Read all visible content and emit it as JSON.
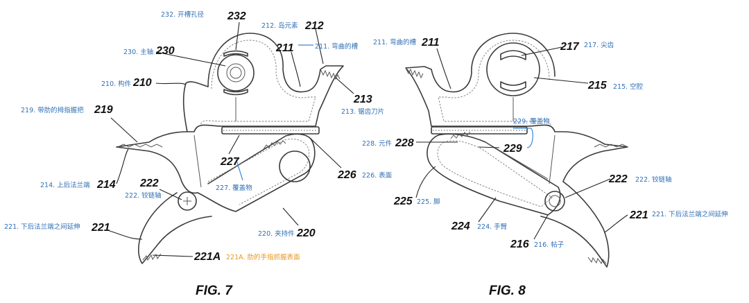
{
  "fig7": {
    "title": "FIG. 7",
    "labels": {
      "r232": "232",
      "c232": "232. 开槽孔径",
      "r212": "212",
      "c212": "212. 岛元素",
      "r230": "230",
      "c230": "230. 主轴",
      "r211": "211",
      "c211": "211. 弯曲的槽",
      "r210": "210",
      "c210": "210. 构件",
      "r219": "219",
      "c219": "219. 带肋的拇指握把",
      "r213": "213",
      "c213": "213. 锯齿刀片",
      "r227": "227",
      "c227": "227. 覆盖物",
      "r226": "226",
      "c226": "226. 表面",
      "r214": "214",
      "c214": "214. 上后法兰端",
      "r222": "222",
      "c222": "222. 铰链轴",
      "r220": "220",
      "c220": "220. 夹持件",
      "r221": "221",
      "c221": "221. 下后法兰端之间延伸",
      "r221a": "221A",
      "c221a": "221A. 肋的手指抓握表面"
    }
  },
  "fig8": {
    "title": "FIG. 8",
    "labels": {
      "r211": "211",
      "c211": "211. 弯曲的槽",
      "r217": "217",
      "c217": "217. 尖齿",
      "r215": "215",
      "c215": "215. 空腔",
      "r229": "229",
      "c229": "229. 覆盖物",
      "r228": "228",
      "c228": "228. 元件",
      "r225": "225",
      "c225": "225. 脚",
      "r222": "222",
      "c222": "222. 铰链轴",
      "r224": "224",
      "c224": "224. 手臂",
      "r216": "216",
      "c216": "216. 帖子",
      "r221": "221",
      "c221": "221. 下后法兰端之间延伸"
    }
  }
}
